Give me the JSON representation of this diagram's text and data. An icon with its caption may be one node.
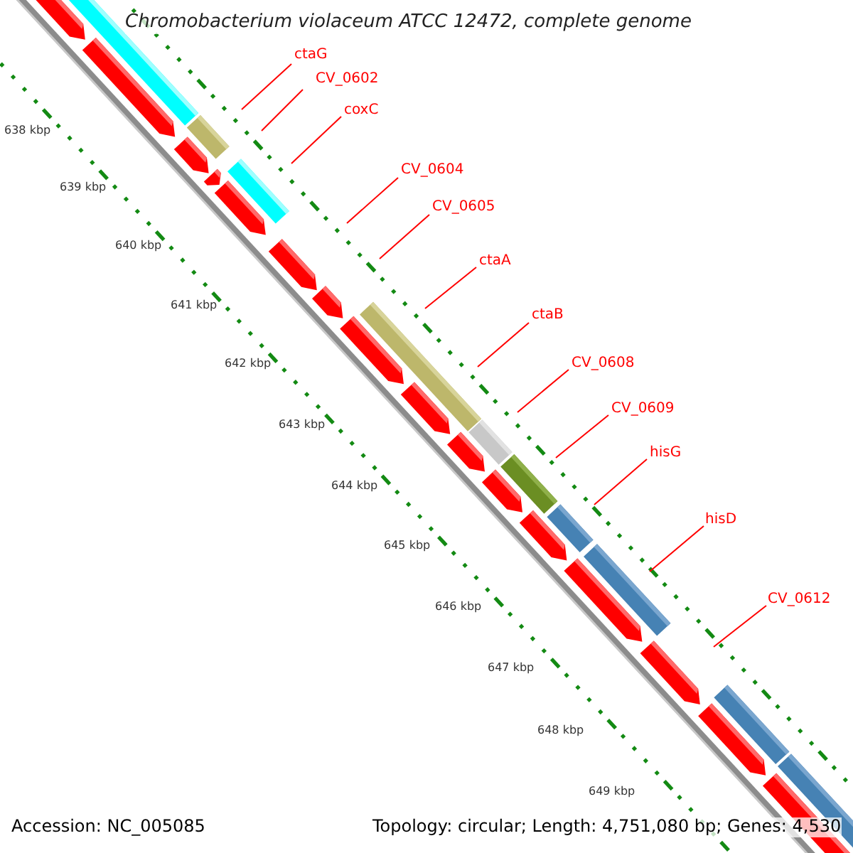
{
  "diagram": {
    "title": "Chromobacterium violaceum ATCC 12472, complete genome",
    "nodes": [
      {
        "text": [
          "ctaG"
        ]
      },
      {
        "text": [
          "CV_0602"
        ]
      },
      {
        "text": [
          "coxC"
        ]
      },
      {
        "text": [
          "CV_0604"
        ]
      },
      {
        "text": [
          "CV_0605"
        ]
      },
      {
        "text": [
          "ctaA"
        ]
      },
      {
        "text": [
          "ctaB"
        ]
      },
      {
        "text": [
          "CV_0608"
        ]
      },
      {
        "text": [
          "CV_0609"
        ]
      },
      {
        "text": [
          "hisG"
        ]
      },
      {
        "text": [
          "hisD"
        ]
      },
      {
        "text": [
          "CV_0612"
        ]
      }
    ],
    "edges": [
      {
        "from": 0,
        "to": null,
        "arrow": "none"
      },
      {
        "from": 1,
        "to": null,
        "arrow": "none"
      },
      {
        "from": 2,
        "to": null,
        "arrow": "none"
      },
      {
        "from": 3,
        "to": null,
        "arrow": "none"
      },
      {
        "from": 4,
        "to": null,
        "arrow": "none"
      },
      {
        "from": 5,
        "to": null,
        "arrow": "none"
      },
      {
        "from": 6,
        "to": null,
        "arrow": "none"
      },
      {
        "from": 7,
        "to": null,
        "arrow": "none"
      },
      {
        "from": 8,
        "to": null,
        "arrow": "none"
      },
      {
        "from": 9,
        "to": null,
        "arrow": "none"
      },
      {
        "from": 10,
        "to": null,
        "arrow": "none"
      },
      {
        "from": 11,
        "to": null,
        "arrow": "none"
      }
    ],
    "labels": [
      "638 kbp",
      "639 kbp",
      "640 kbp",
      "641 kbp",
      "642 kbp",
      "643 kbp",
      "644 kbp",
      "645 kbp",
      "646 kbp",
      "647 kbp",
      "648 kbp",
      "649 kbp",
      "Accession: NC_005085",
      "Topology: circular; Length: 4,751,080 bp; Genes: 4,530"
    ]
  }
}
